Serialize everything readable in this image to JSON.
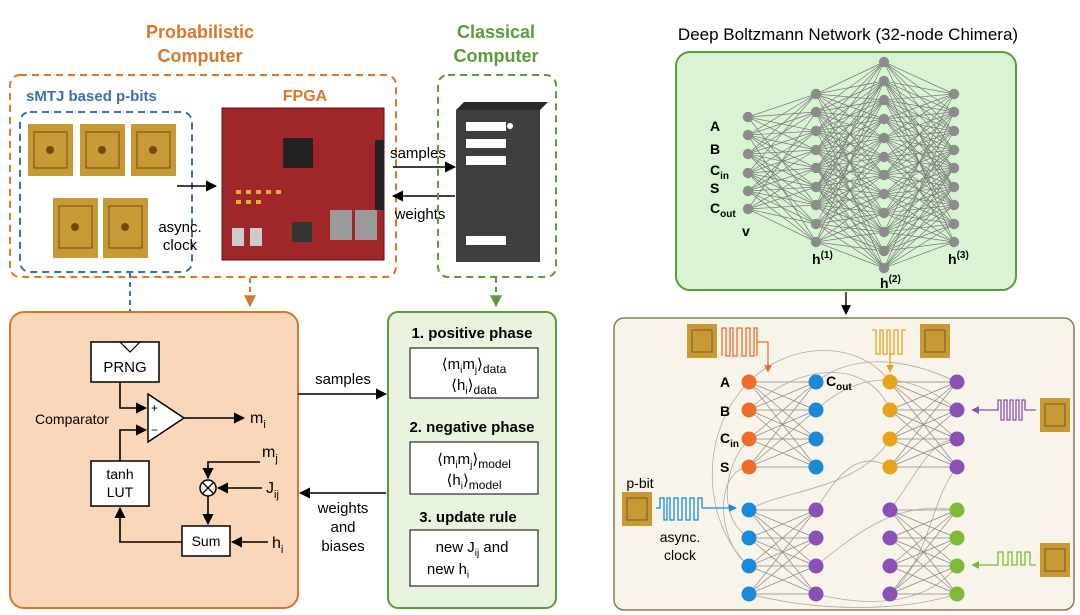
{
  "left": {
    "prob_title_1": "Probabilistic",
    "prob_title_2": "Computer",
    "class_title_1": "Classical",
    "class_title_2": "Computer",
    "smtj_label": "sMTJ based p-bits",
    "fpga_label": "FPGA",
    "async_1": "async.",
    "async_2": "clock",
    "samples_top": "samples",
    "weights_top": "weights",
    "prng": "PRNG",
    "comparator": "Comparator",
    "plus": "+",
    "minus": "−",
    "tanh_1": "tanh",
    "tanh_2": "LUT",
    "sum": "Sum",
    "m": "m",
    "i": "i",
    "j": "j",
    "J": "J",
    "ij": "ij",
    "h": "h",
    "samples_mid": "samples",
    "weights_1": "weights",
    "weights_2": "and",
    "weights_3": "biases",
    "pos_phase": "1. positive phase",
    "neg_phase": "2. negative phase",
    "update_rule": "3. update rule",
    "data": "data",
    "model": "model",
    "new": "new",
    "and": "and",
    "lang": "⟨",
    "rang": "⟩"
  },
  "right": {
    "title": "Deep Boltzmann Network (32-node Chimera)",
    "labels": [
      "A",
      "B",
      "C",
      "S",
      "C",
      "v"
    ],
    "sub_in": "in",
    "sub_out": "out",
    "h": "h",
    "h1": "(1)",
    "h2": "(2)",
    "h3": "(3)",
    "bottom_labels": [
      "A",
      "B",
      "C",
      "S"
    ],
    "cout": "C",
    "pbit": "p-bit",
    "async_1": "async.",
    "async_2": "clock"
  },
  "colors": {
    "orange": "#d4782c",
    "green": "#5b9b3c",
    "blue": "#3e6fb0",
    "orange_fill": "#fbd7b9",
    "green_fill": "#e8f4dd",
    "lightgreen_fill": "#d9f4d3",
    "beige_fill": "#f7f5ea",
    "node_gray": "#8c8c8c",
    "node_orange": "#ee6d2b",
    "node_blue": "#1a8ad6",
    "node_gold": "#e7a31e",
    "node_purple": "#8b50b6",
    "node_green": "#7dbb36"
  }
}
